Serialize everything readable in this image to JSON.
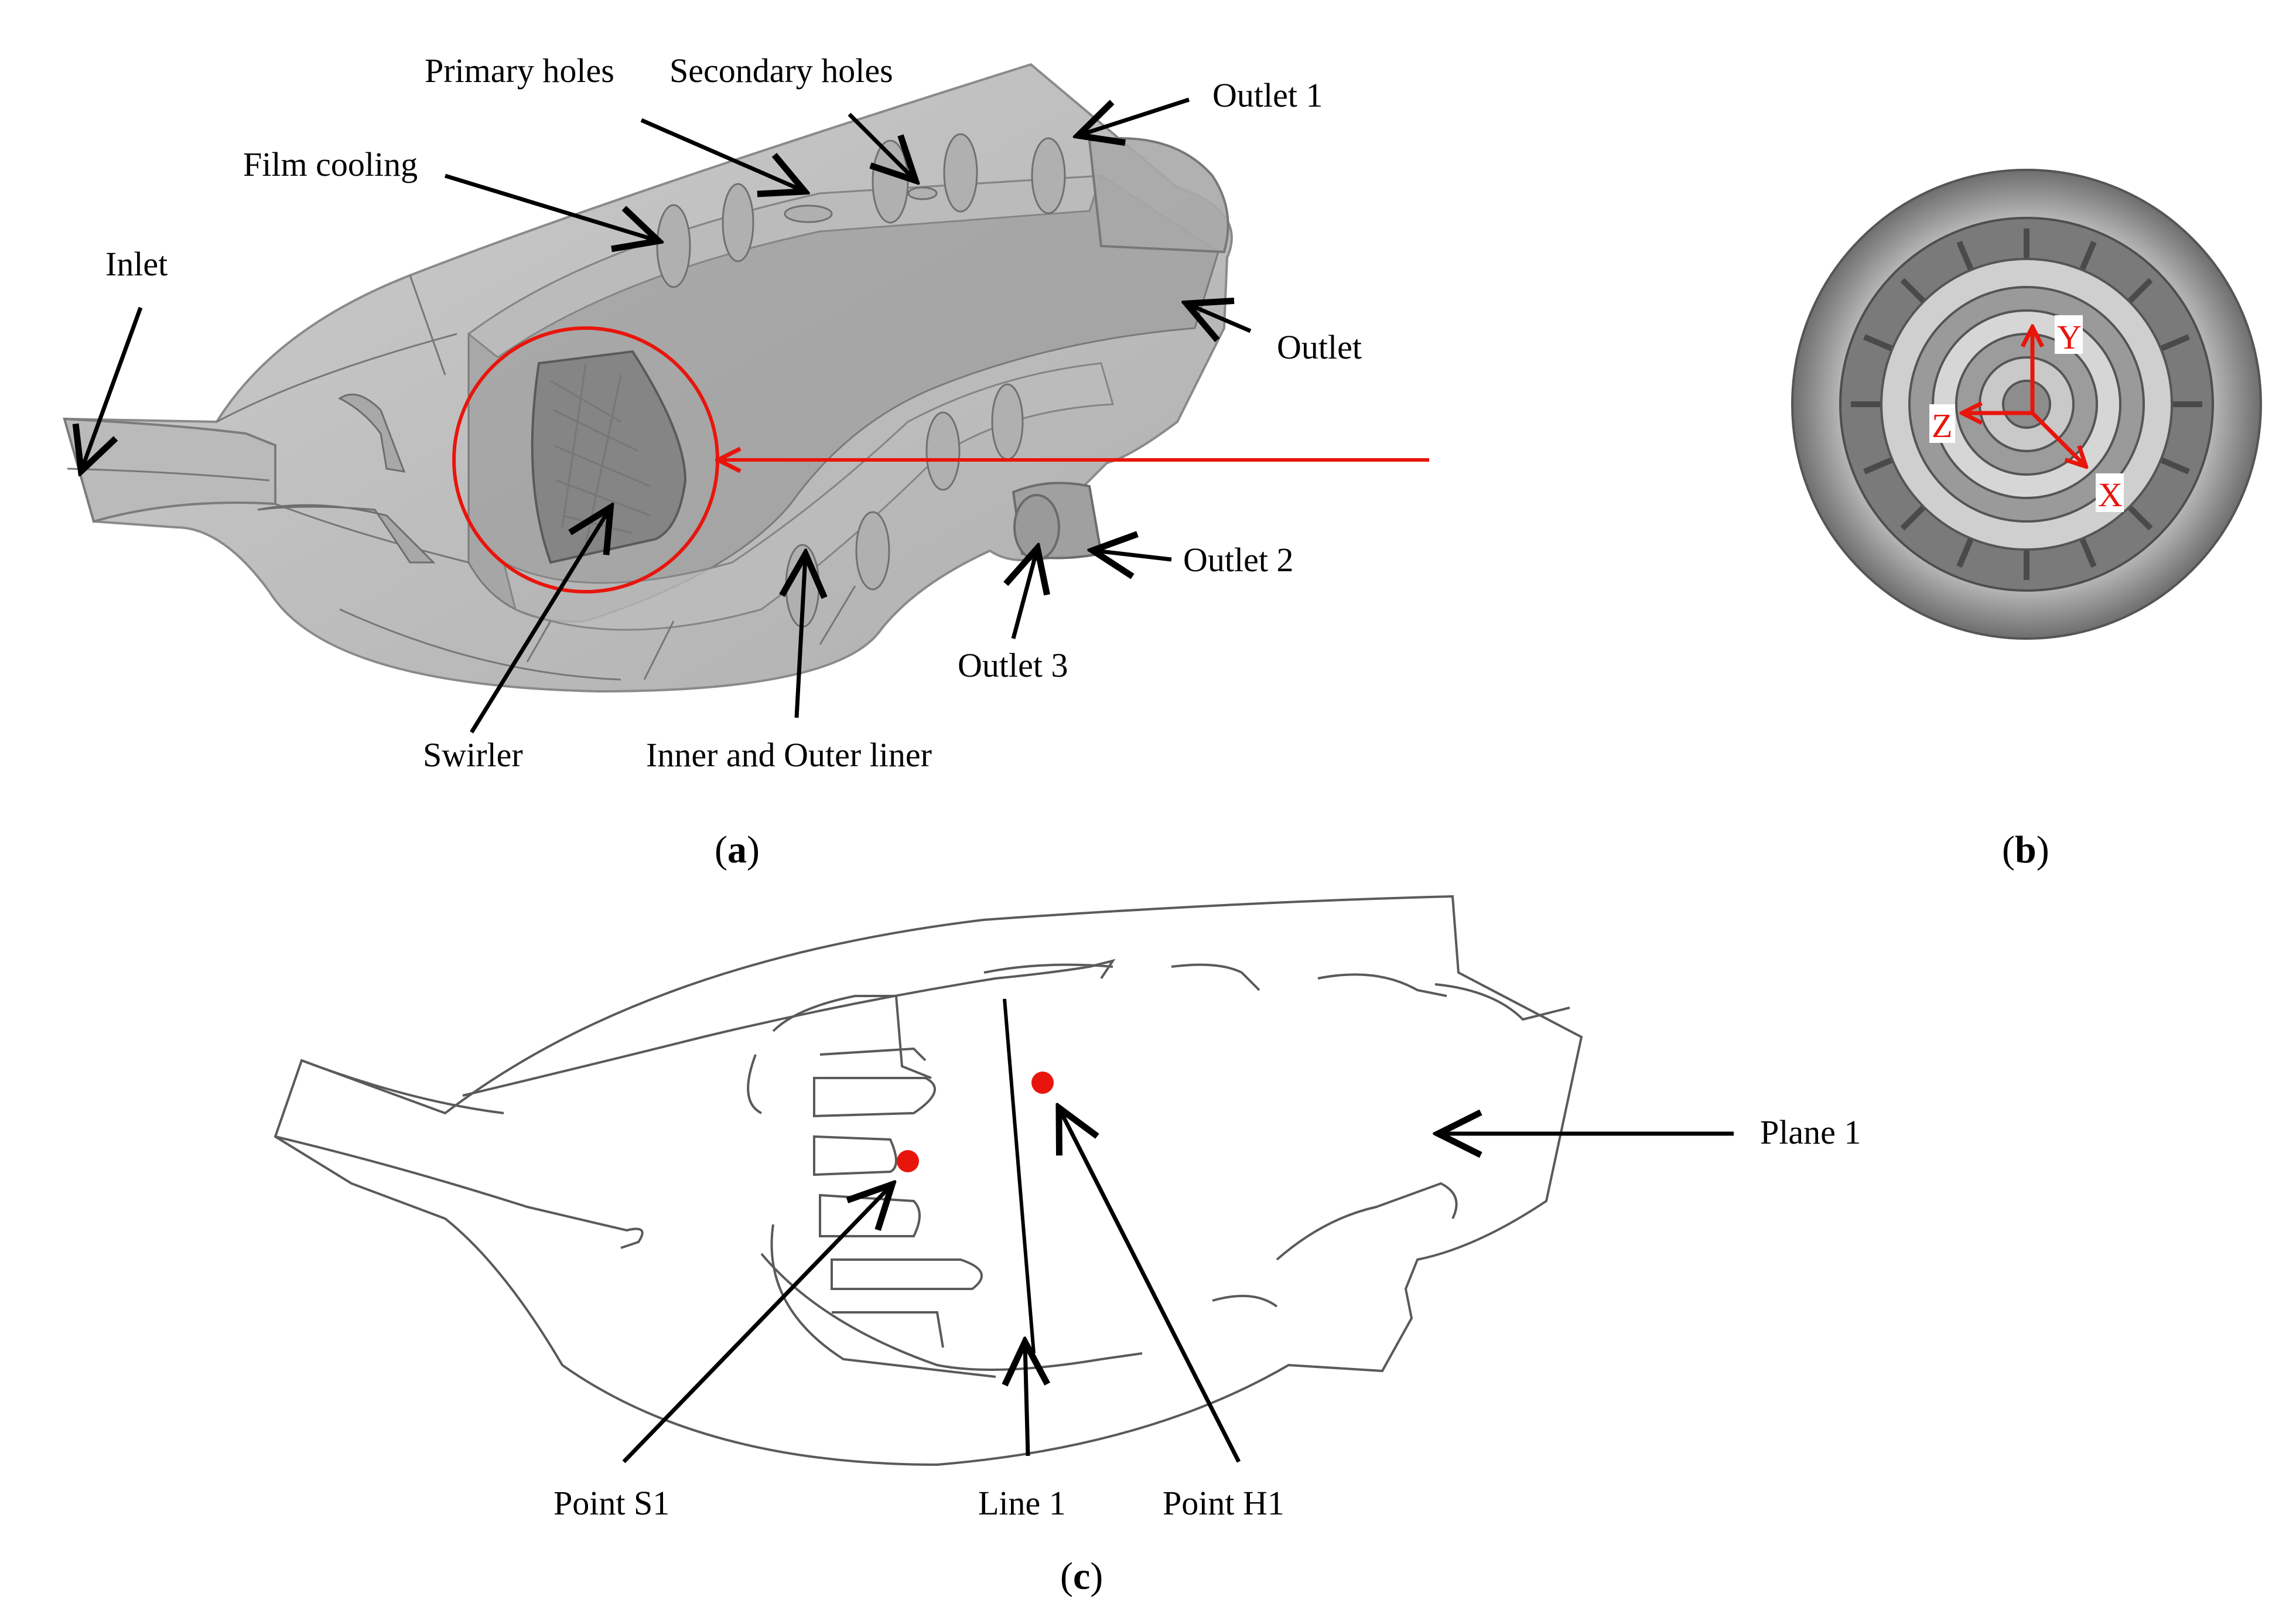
{
  "panel_a": {
    "labels": {
      "primary_holes": "Primary holes",
      "secondary_holes": "Secondary holes",
      "outlet1": "Outlet 1",
      "film_cooling": "Film cooling",
      "inlet": "Inlet",
      "outlet": "Outlet",
      "outlet2": "Outlet 2",
      "outlet3": "Outlet 3",
      "swirler": "Swirler",
      "liner": "Inner and Outer liner"
    },
    "caption_open": "(",
    "caption_letter": "a",
    "caption_close": ")"
  },
  "panel_b": {
    "axes": {
      "x": "X",
      "y": "Y",
      "z": "Z"
    },
    "caption_open": "(",
    "caption_letter": "b",
    "caption_close": ")"
  },
  "panel_c": {
    "labels": {
      "plane1": "Plane 1",
      "point_s1": "Point S1",
      "line1": "Line 1",
      "point_h1": "Point H1"
    },
    "caption_open": "(",
    "caption_letter": "c",
    "caption_close": ")"
  },
  "colors": {
    "highlight_red": "#e8150c",
    "body_gray": "#b4b4b4",
    "cap_gray": "#959595"
  }
}
